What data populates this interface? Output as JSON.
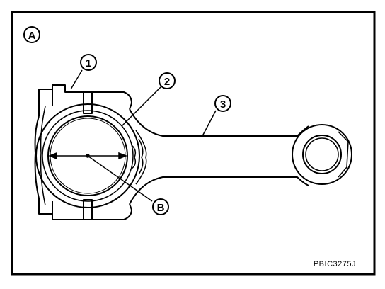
{
  "figure": {
    "view_label": "A",
    "callouts": {
      "c1": "1",
      "c2": "2",
      "c3": "3",
      "cB": "B"
    },
    "figure_code": "PBIC3275J"
  }
}
